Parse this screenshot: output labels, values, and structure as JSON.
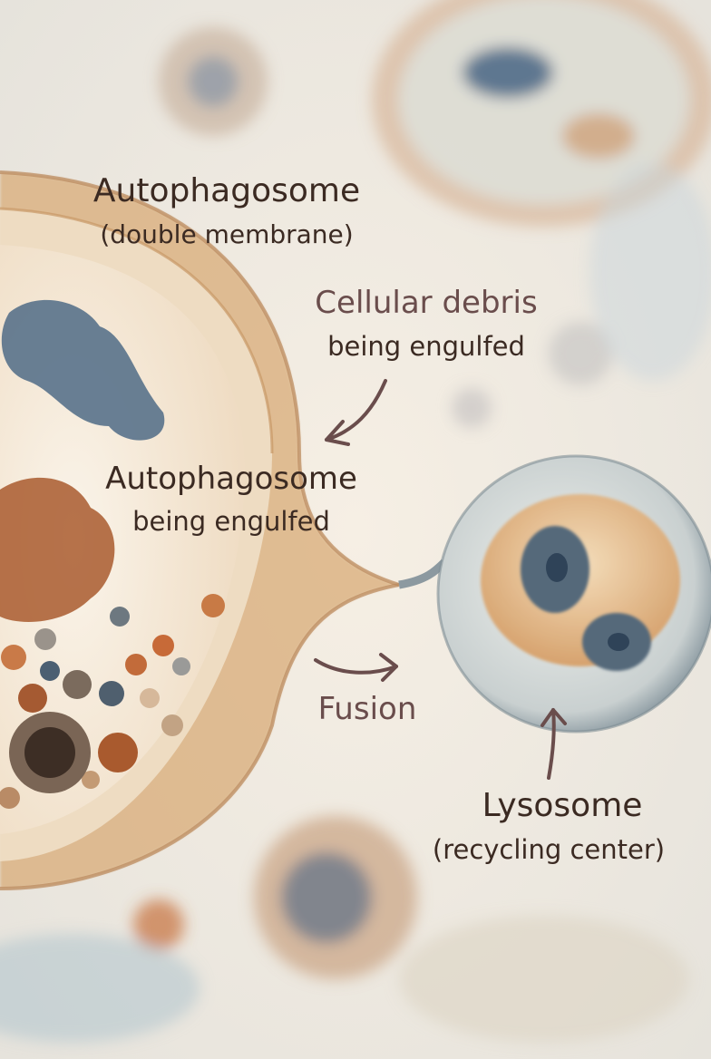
{
  "labels": {
    "autophagosome_title": "Autophagosome",
    "autophagosome_sub": "(double membrane)",
    "debris_title": "Cellular debris",
    "debris_sub": "being engulfed",
    "engulfed_title": "Autophagosome",
    "engulfed_sub": "being engulfed",
    "fusion": "Fusion",
    "lysosome_title": "Lysosome",
    "lysosome_sub": "(recycling center)"
  },
  "colors": {
    "background": "#f3ece1",
    "label_dark": "#3b2a22",
    "label_mauve": "#6a4d4c",
    "membrane": "#c99a68",
    "debris_blue": "#4f6b86",
    "debris_rust": "#a95a2e",
    "lysosome_glass": "#9fb0b8",
    "lysosome_core": "#e2b07c"
  }
}
